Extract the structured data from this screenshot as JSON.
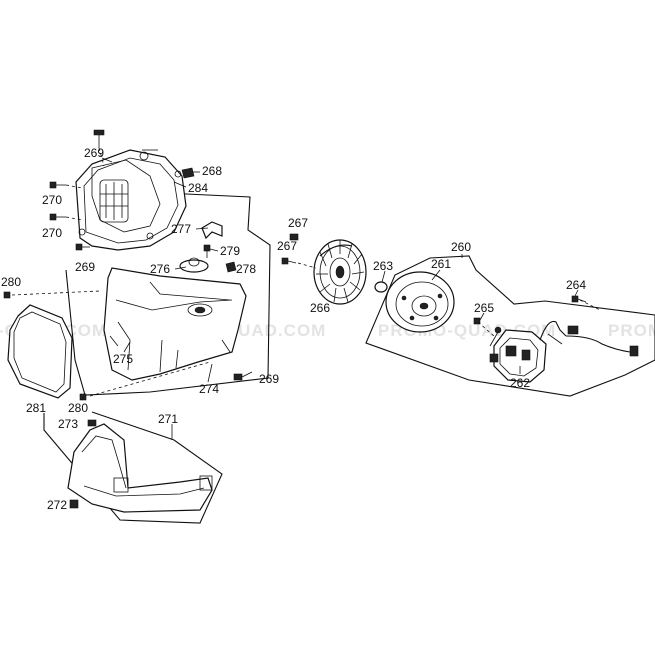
{
  "watermark": {
    "left": "-QUAD.COM",
    "center": "PROMO-QUAD.COM",
    "right_a": "PROMO-QUAD.COM",
    "right_b": "PROMO"
  },
  "labels": {
    "l260": "260",
    "l261": "261",
    "l262": "262",
    "l263": "263",
    "l264": "264",
    "l265": "265",
    "l266": "266",
    "l267a": "267",
    "l267b": "267",
    "l268": "268",
    "l269a": "269",
    "l269b": "269",
    "l269c": "269",
    "l270a": "270",
    "l270b": "270",
    "l271": "271",
    "l272": "272",
    "l273": "273",
    "l274": "274",
    "l275": "275",
    "l276": "276",
    "l277": "277",
    "l278": "278",
    "l279": "279",
    "l280a": "280",
    "l280b": "280",
    "l281": "281",
    "l284": "284"
  }
}
